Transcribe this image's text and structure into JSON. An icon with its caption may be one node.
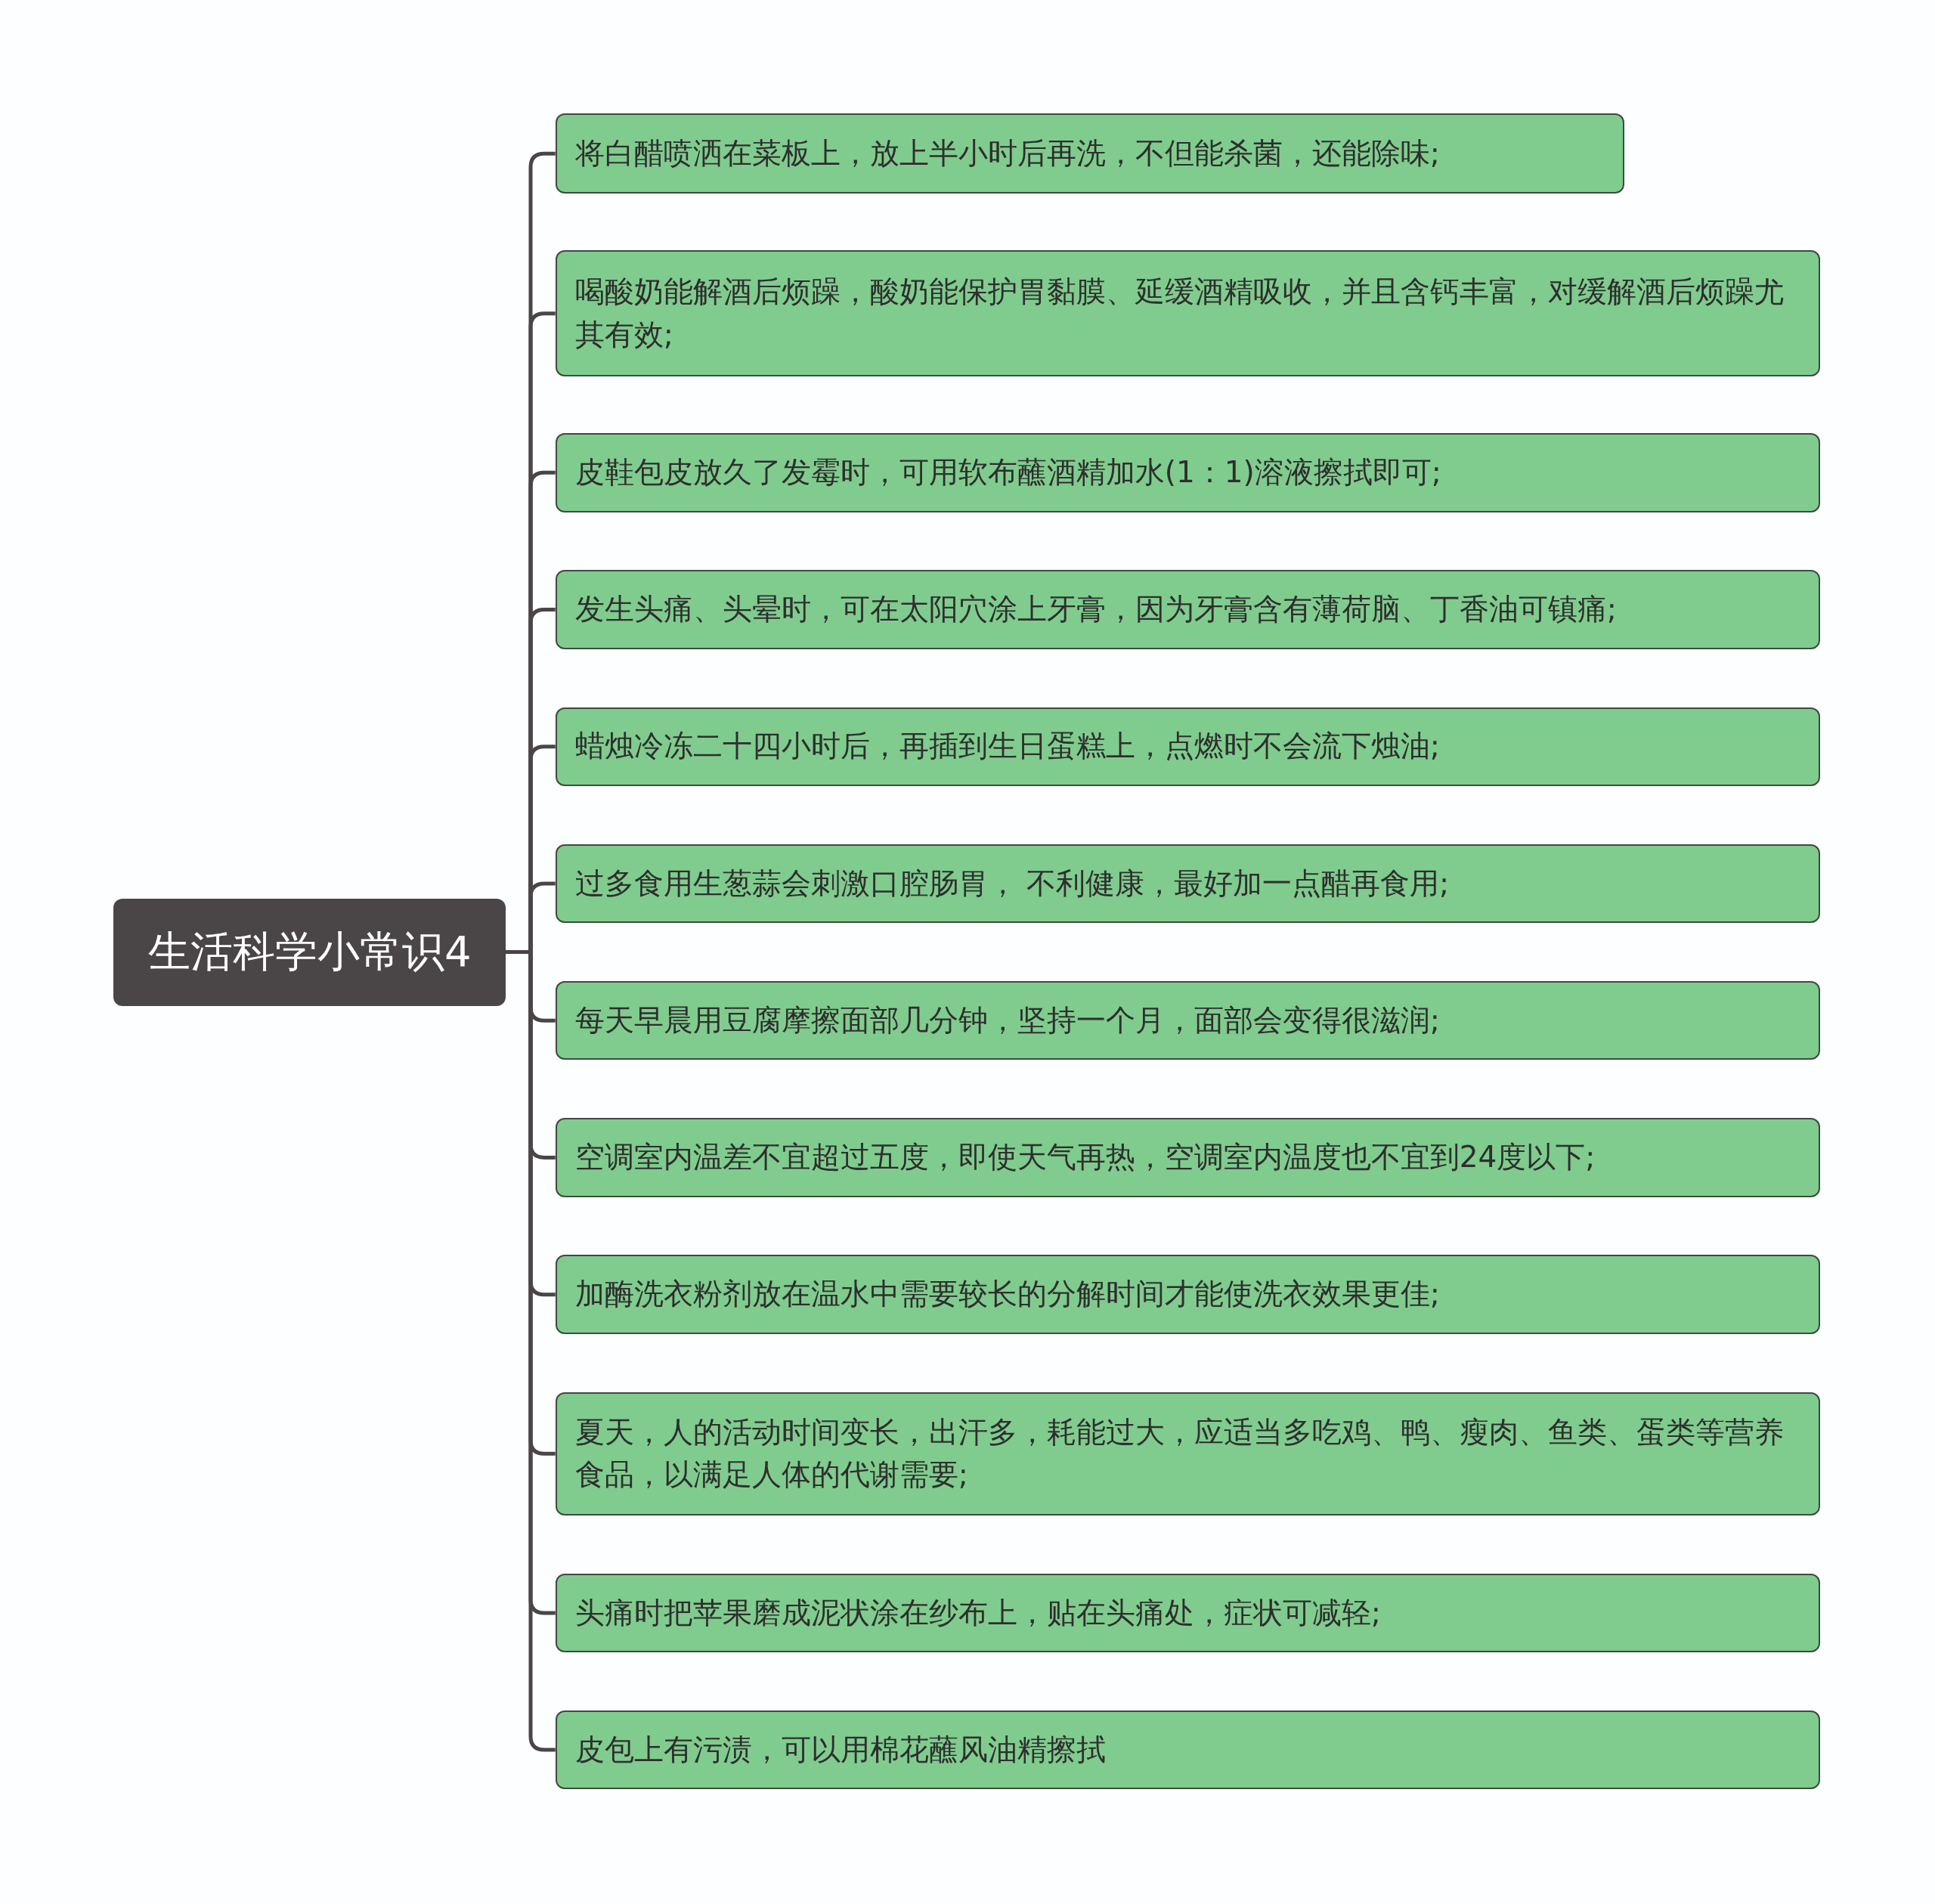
{
  "diagram": {
    "nodes": [
      {
        "text": [
          "生活科学小常识4"
        ]
      },
      {
        "text": [
          "将白醋喷洒在菜板上，放上半小时后再洗，不但能杀菌，还能除味;"
        ]
      },
      {
        "text": [
          "喝酸奶能解酒后烦躁，酸奶能保护胃黏膜、延缓酒精吸收，并且含钙丰富，对缓解酒后烦躁尤其有效;"
        ]
      },
      {
        "text": [
          "皮鞋包皮放久了发霉时，可用软布蘸酒精加水(1：1)溶液擦拭即可;"
        ]
      },
      {
        "text": [
          "发生头痛、头晕时，可在太阳穴涂上牙膏，因为牙膏含有薄荷脑、丁香油可镇痛;"
        ]
      },
      {
        "text": [
          "蜡烛冷冻二十四小时后，再插到生日蛋糕上，点燃时不会流下烛油;"
        ]
      },
      {
        "text": [
          "过多食用生葱蒜会刺激口腔肠胃， 不利健康，最好加一点醋再食用;"
        ]
      },
      {
        "text": [
          "每天早晨用豆腐摩擦面部几分钟，坚持一个月，面部会变得很滋润;"
        ]
      },
      {
        "text": [
          "空调室内温差不宜超过五度，即使天气再热，空调室内温度也不宜到24度以下;"
        ]
      },
      {
        "text": [
          "加酶洗衣粉剂放在温水中需要较长的分解时间才能使洗衣效果更佳;"
        ]
      },
      {
        "text": [
          "夏天，人的活动时间变长，出汗多，耗能过大，应适当多吃鸡、鸭、瘦肉、鱼类、蛋类等营养食品，以满足人体的代谢需要;"
        ]
      },
      {
        "text": [
          "头痛时把苹果磨成泥状涂在纱布上，贴在头痛处，症状可减轻;"
        ]
      },
      {
        "text": [
          "皮包上有污渍，可以用棉花蘸风油精擦拭"
        ]
      }
    ],
    "edges": [
      {
        "from": 0,
        "to": 1,
        "arrow": "none"
      },
      {
        "from": 0,
        "to": 2,
        "arrow": "none"
      },
      {
        "from": 0,
        "to": 3,
        "arrow": "none"
      },
      {
        "from": 0,
        "to": 4,
        "arrow": "none"
      },
      {
        "from": 0,
        "to": 5,
        "arrow": "none"
      },
      {
        "from": 0,
        "to": 6,
        "arrow": "none"
      },
      {
        "from": 0,
        "to": 7,
        "arrow": "none"
      },
      {
        "from": 0,
        "to": 8,
        "arrow": "none"
      },
      {
        "from": 0,
        "to": 9,
        "arrow": "none"
      },
      {
        "from": 0,
        "to": 10,
        "arrow": "none"
      },
      {
        "from": 0,
        "to": 11,
        "arrow": "none"
      },
      {
        "from": 0,
        "to": 12,
        "arrow": "none"
      }
    ]
  }
}
